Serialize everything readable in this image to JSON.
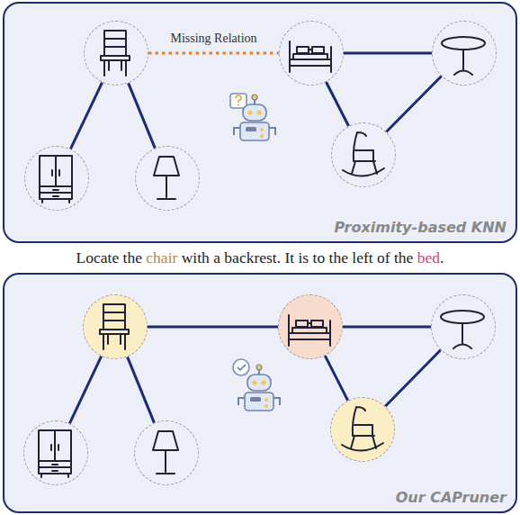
{
  "diagram": {
    "nodes": [
      {
        "text": [
          "Proximity-based KNN"
        ]
      },
      {
        "text": [],
        "in": 0
      },
      {
        "text": [],
        "in": 0
      },
      {
        "text": [],
        "in": 0
      },
      {
        "text": [],
        "in": 0
      },
      {
        "text": [],
        "in": 0
      },
      {
        "text": [],
        "in": 0
      },
      {
        "text": [
          "Our CAPruner"
        ]
      },
      {
        "text": [],
        "in": 7
      },
      {
        "text": [],
        "in": 7
      },
      {
        "text": [],
        "in": 7
      },
      {
        "text": [],
        "in": 7
      },
      {
        "text": [],
        "in": 7
      },
      {
        "text": [],
        "in": 7
      }
    ],
    "edges": [
      {
        "from": 1,
        "to": 4,
        "arrow": "none"
      },
      {
        "from": 1,
        "to": 5,
        "arrow": "none"
      },
      {
        "from": 2,
        "to": 3,
        "arrow": "none"
      },
      {
        "from": 2,
        "to": 6,
        "arrow": "none"
      },
      {
        "from": 6,
        "to": 3,
        "arrow": "none"
      },
      {
        "from": 1,
        "to": 2,
        "label": "Missing Relation",
        "arrow": "none"
      },
      {
        "from": 8,
        "to": 11,
        "arrow": "none"
      },
      {
        "from": 8,
        "to": 12,
        "arrow": "none"
      },
      {
        "from": 8,
        "to": 9,
        "arrow": "none"
      },
      {
        "from": 9,
        "to": 10,
        "arrow": "none"
      },
      {
        "from": 9,
        "to": 13,
        "arrow": "none"
      },
      {
        "from": 13,
        "to": 10,
        "arrow": "none"
      }
    ],
    "labels": [
      "Locate the chair with a backrest. It is to the left of the bed."
    ]
  }
}
